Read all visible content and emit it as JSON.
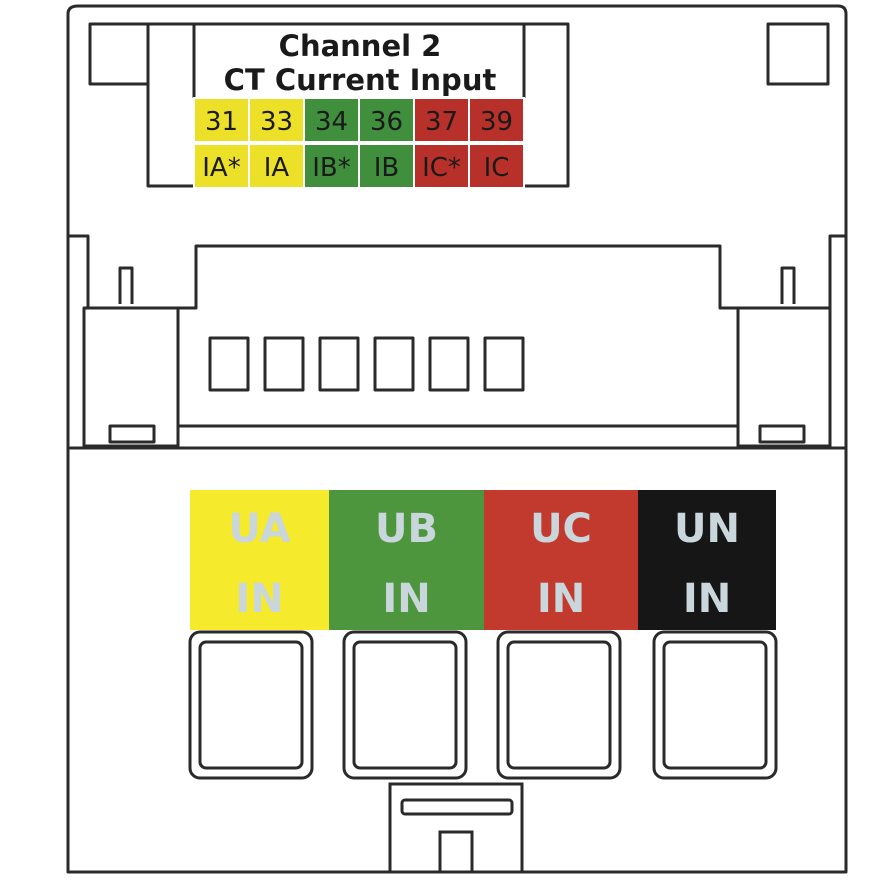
{
  "ct_block": {
    "title_line1": "Channel 2",
    "title_line2": "CT Current Input",
    "terminals": [
      {
        "number": "31",
        "label": "IA*",
        "color": "#ede028"
      },
      {
        "number": "33",
        "label": "IA",
        "color": "#ede028"
      },
      {
        "number": "34",
        "label": "IB*",
        "color": "#3f8f3d"
      },
      {
        "number": "36",
        "label": "IB",
        "color": "#3f8f3d"
      },
      {
        "number": "37",
        "label": "IC*",
        "color": "#b8302a"
      },
      {
        "number": "39",
        "label": "IC",
        "color": "#b8302a"
      }
    ]
  },
  "voltage_block": {
    "inputs": [
      {
        "line1": "UA",
        "line2": "IN",
        "color": "#f5ea2c"
      },
      {
        "line1": "UB",
        "line2": "IN",
        "color": "#4e963e"
      },
      {
        "line1": "UC",
        "line2": "IN",
        "color": "#c23a2e"
      },
      {
        "line1": "UN",
        "line2": "IN",
        "color": "#161616"
      }
    ]
  },
  "colors": {
    "outline": "#2a2a2a",
    "label_text": "#c9d6dc"
  }
}
